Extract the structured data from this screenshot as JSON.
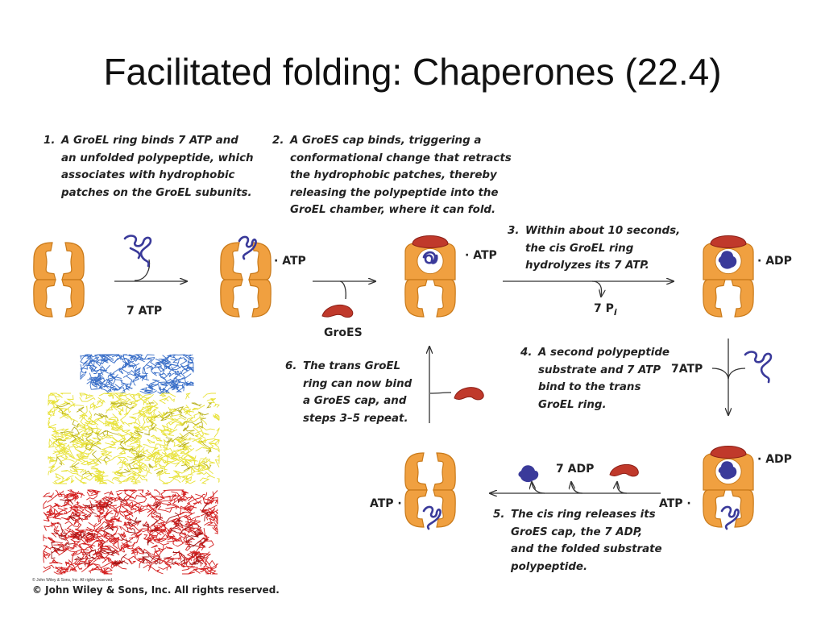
{
  "slide": {
    "title": "Facilitated folding: Chaperones (22.4)"
  },
  "steps": [
    {
      "num": "1.",
      "lines": [
        "A GroEL ring binds 7 ATP and",
        "an unfolded polypeptide, which",
        "associates with hydrophobic",
        "patches on the GroEL subunits."
      ]
    },
    {
      "num": "2.",
      "lines": [
        "A GroES cap binds, triggering a",
        "conformational change that retracts",
        "the hydrophobic patches, thereby",
        "releasing the polypeptide into the",
        "GroEL chamber, where it can fold."
      ]
    },
    {
      "num": "3.",
      "lines": [
        "Within about 10 seconds,",
        "the cis GroEL ring",
        "hydrolyzes its 7 ATP."
      ]
    },
    {
      "num": "4.",
      "lines": [
        "A second polypeptide",
        "substrate and 7 ATP",
        "bind to the trans",
        "GroEL ring."
      ]
    },
    {
      "num": "5.",
      "lines": [
        "The cis ring releases its",
        "GroES cap, the 7 ADP,",
        "and the folded substrate",
        "polypeptide."
      ]
    },
    {
      "num": "6.",
      "lines": [
        "The trans GroEL",
        "ring can now bind",
        "a GroES cap, and",
        "steps 3–5 repeat."
      ]
    }
  ],
  "labels": {
    "seven_atp_1": "7 ATP",
    "atp_dot_1": "· ATP",
    "groes": "GroES",
    "atp_dot_2": "· ATP",
    "seven_p": "7 P",
    "seven_p_sub": "i",
    "adp_dot_1": "· ADP",
    "seven_atp_2": "7ATP",
    "adp_dot_2": "· ADP",
    "atp_dot_left_1": "ATP ·",
    "atp_dot_left_2": "ATP ·",
    "seven_adp": "7 ADP"
  },
  "credits": {
    "small": "© John Wiley & Sons, Inc. All rights reserved.",
    "main": "© John Wiley & Sons, Inc. All rights reserved."
  },
  "colors": {
    "groel_orange": "#f0a040",
    "groel_stroke": "#c97a1a",
    "groes_red": "#c0392b",
    "polypeptide_blue": "#3a3a9a",
    "structure_blue": "#3a6fc8",
    "structure_yellow": "#e8e23a",
    "structure_red": "#d42020"
  }
}
